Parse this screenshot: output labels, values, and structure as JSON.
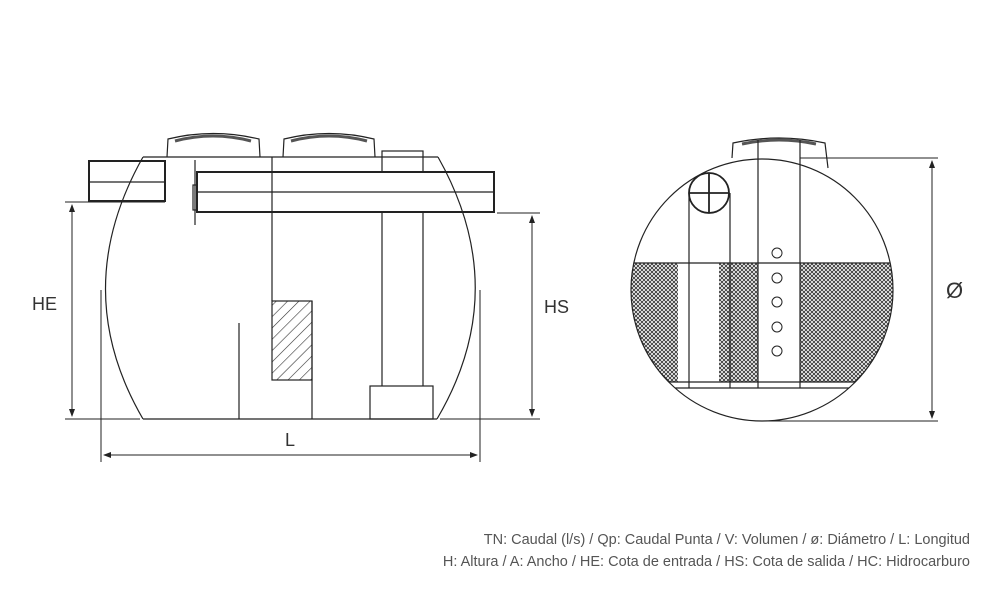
{
  "side_view": {
    "he_label": "HE",
    "hs_label": "HS",
    "l_label": "L"
  },
  "end_view": {
    "diameter_label": "Ø"
  },
  "legend": {
    "line1": "TN: Caudal (l/s) / Qp: Caudal Punta / V: Volumen / ø: Diámetro / L: Longitud",
    "line2": "H: Altura / A: Ancho / HE: Cota de entrada / HS: Cota de salida / HC: Hidrocarburo"
  },
  "colors": {
    "line": "#222222",
    "text": "#555555"
  }
}
